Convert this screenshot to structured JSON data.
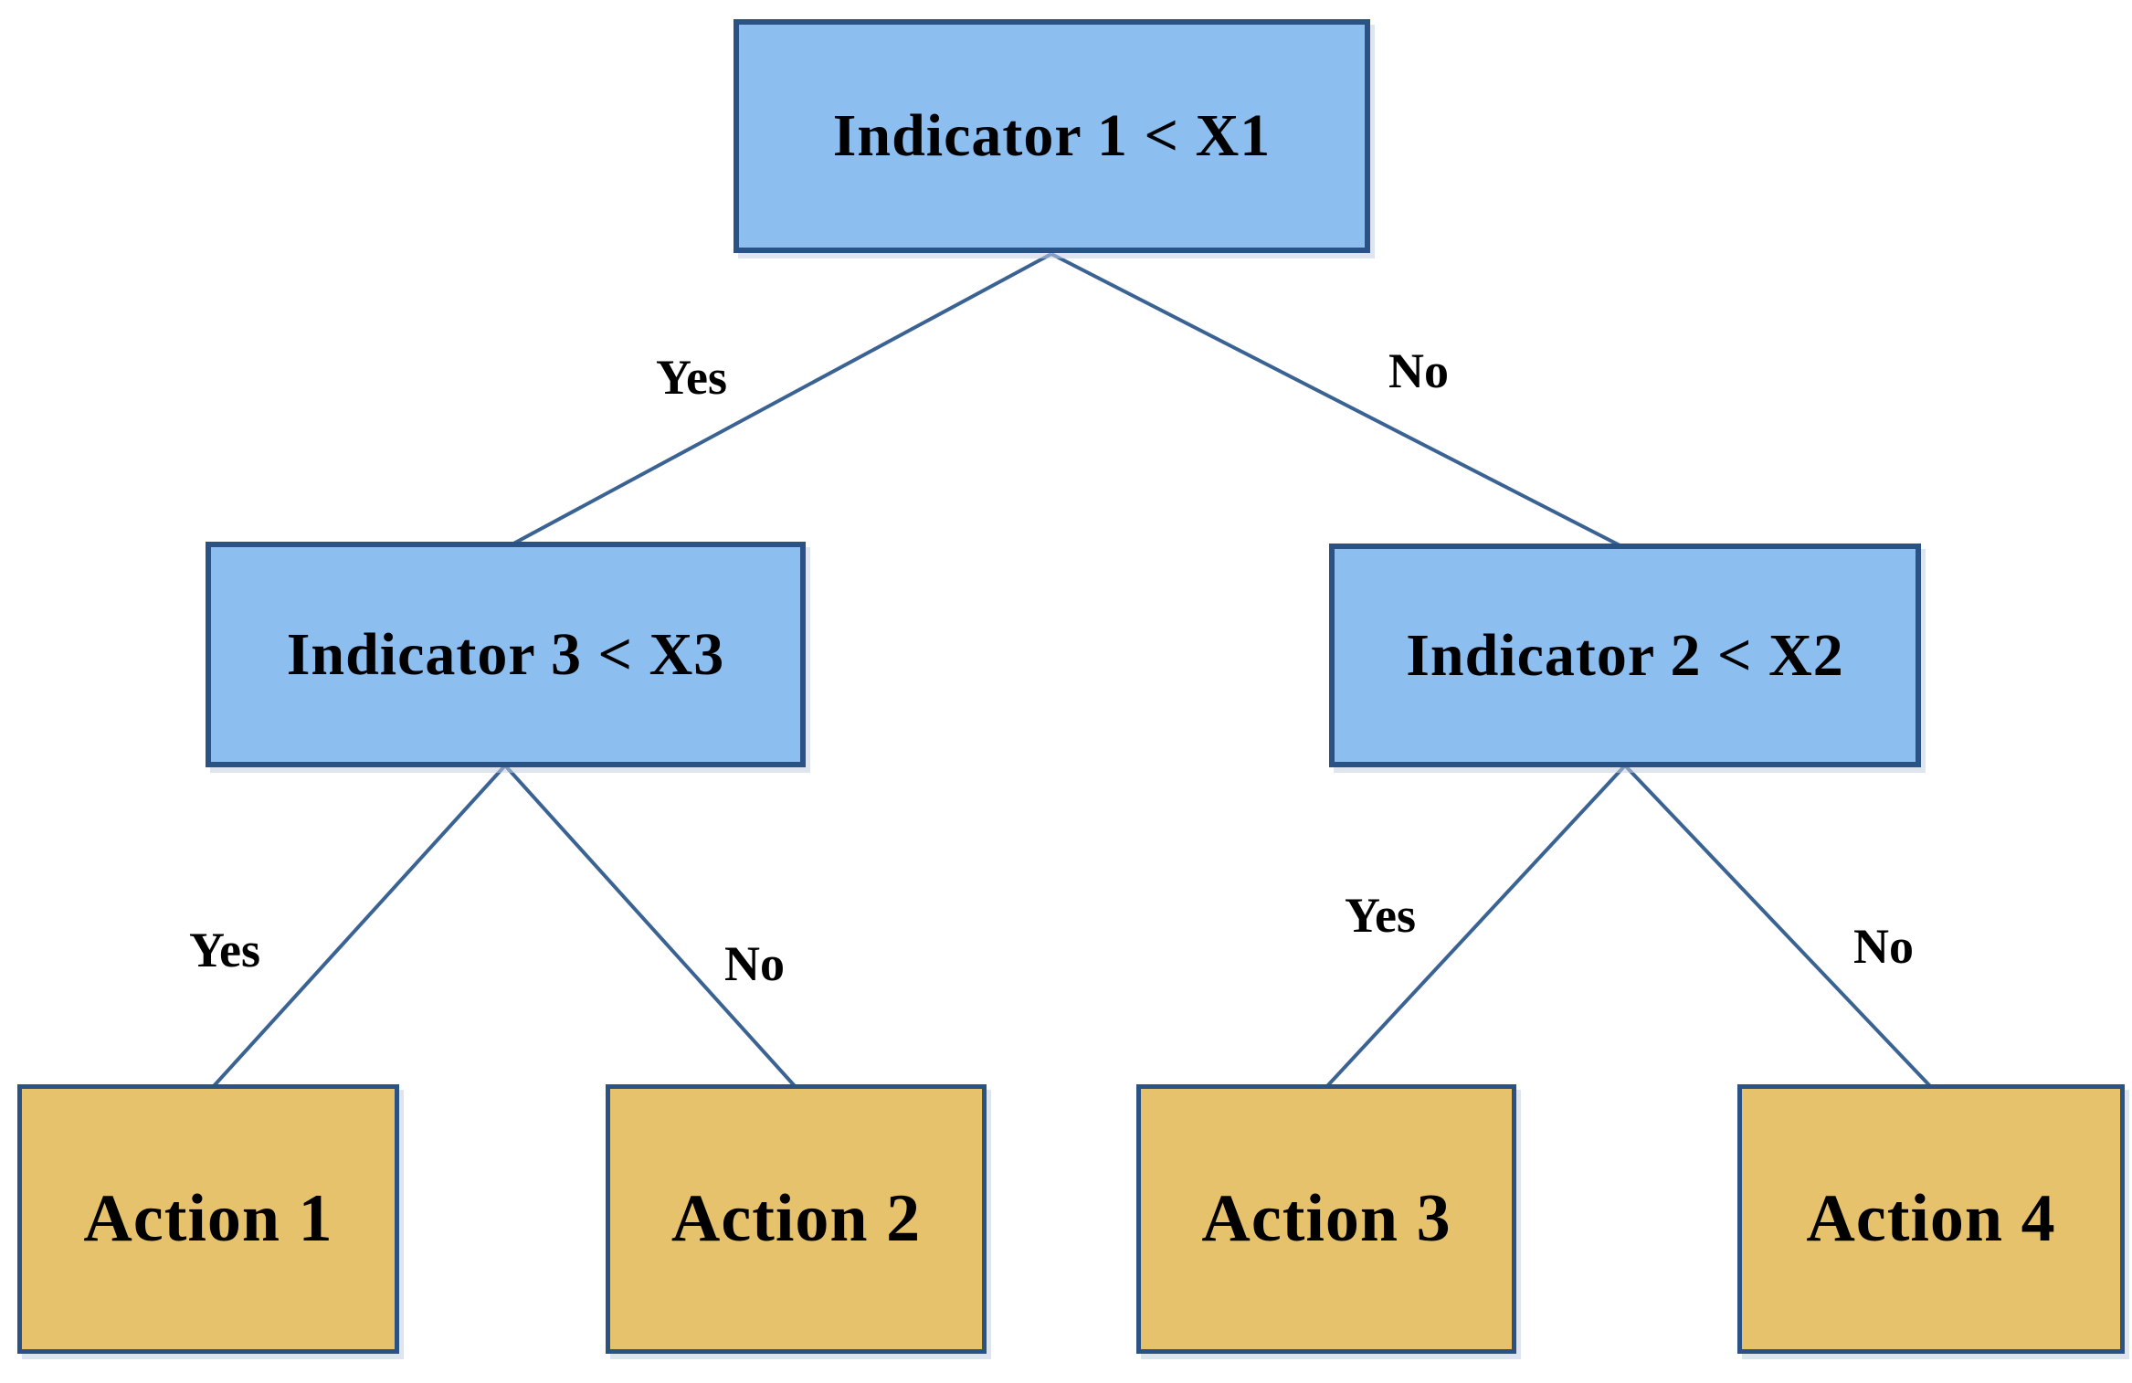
{
  "diagram": {
    "type": "decision-tree",
    "colors": {
      "decision_fill": "#8CBEF0",
      "action_fill": "#E7C26C",
      "node_border": "#2B5284",
      "edge": "#3A6394",
      "text": "#000000",
      "background": "#FFFFFF"
    },
    "nodes": {
      "root": {
        "label": "Indicator 1 < X1",
        "kind": "decision"
      },
      "left": {
        "label": "Indicator 3 < X3",
        "kind": "decision"
      },
      "right": {
        "label": "Indicator 2 < X2",
        "kind": "decision"
      },
      "action1": {
        "label": "Action 1",
        "kind": "action"
      },
      "action2": {
        "label": "Action 2",
        "kind": "action"
      },
      "action3": {
        "label": "Action 3",
        "kind": "action"
      },
      "action4": {
        "label": "Action 4",
        "kind": "action"
      }
    },
    "edges": [
      {
        "from": "root",
        "to": "left",
        "label": "Yes"
      },
      {
        "from": "root",
        "to": "right",
        "label": "No"
      },
      {
        "from": "left",
        "to": "action1",
        "label": "Yes"
      },
      {
        "from": "left",
        "to": "action2",
        "label": "No"
      },
      {
        "from": "right",
        "to": "action3",
        "label": "Yes"
      },
      {
        "from": "right",
        "to": "action4",
        "label": "No"
      }
    ]
  }
}
